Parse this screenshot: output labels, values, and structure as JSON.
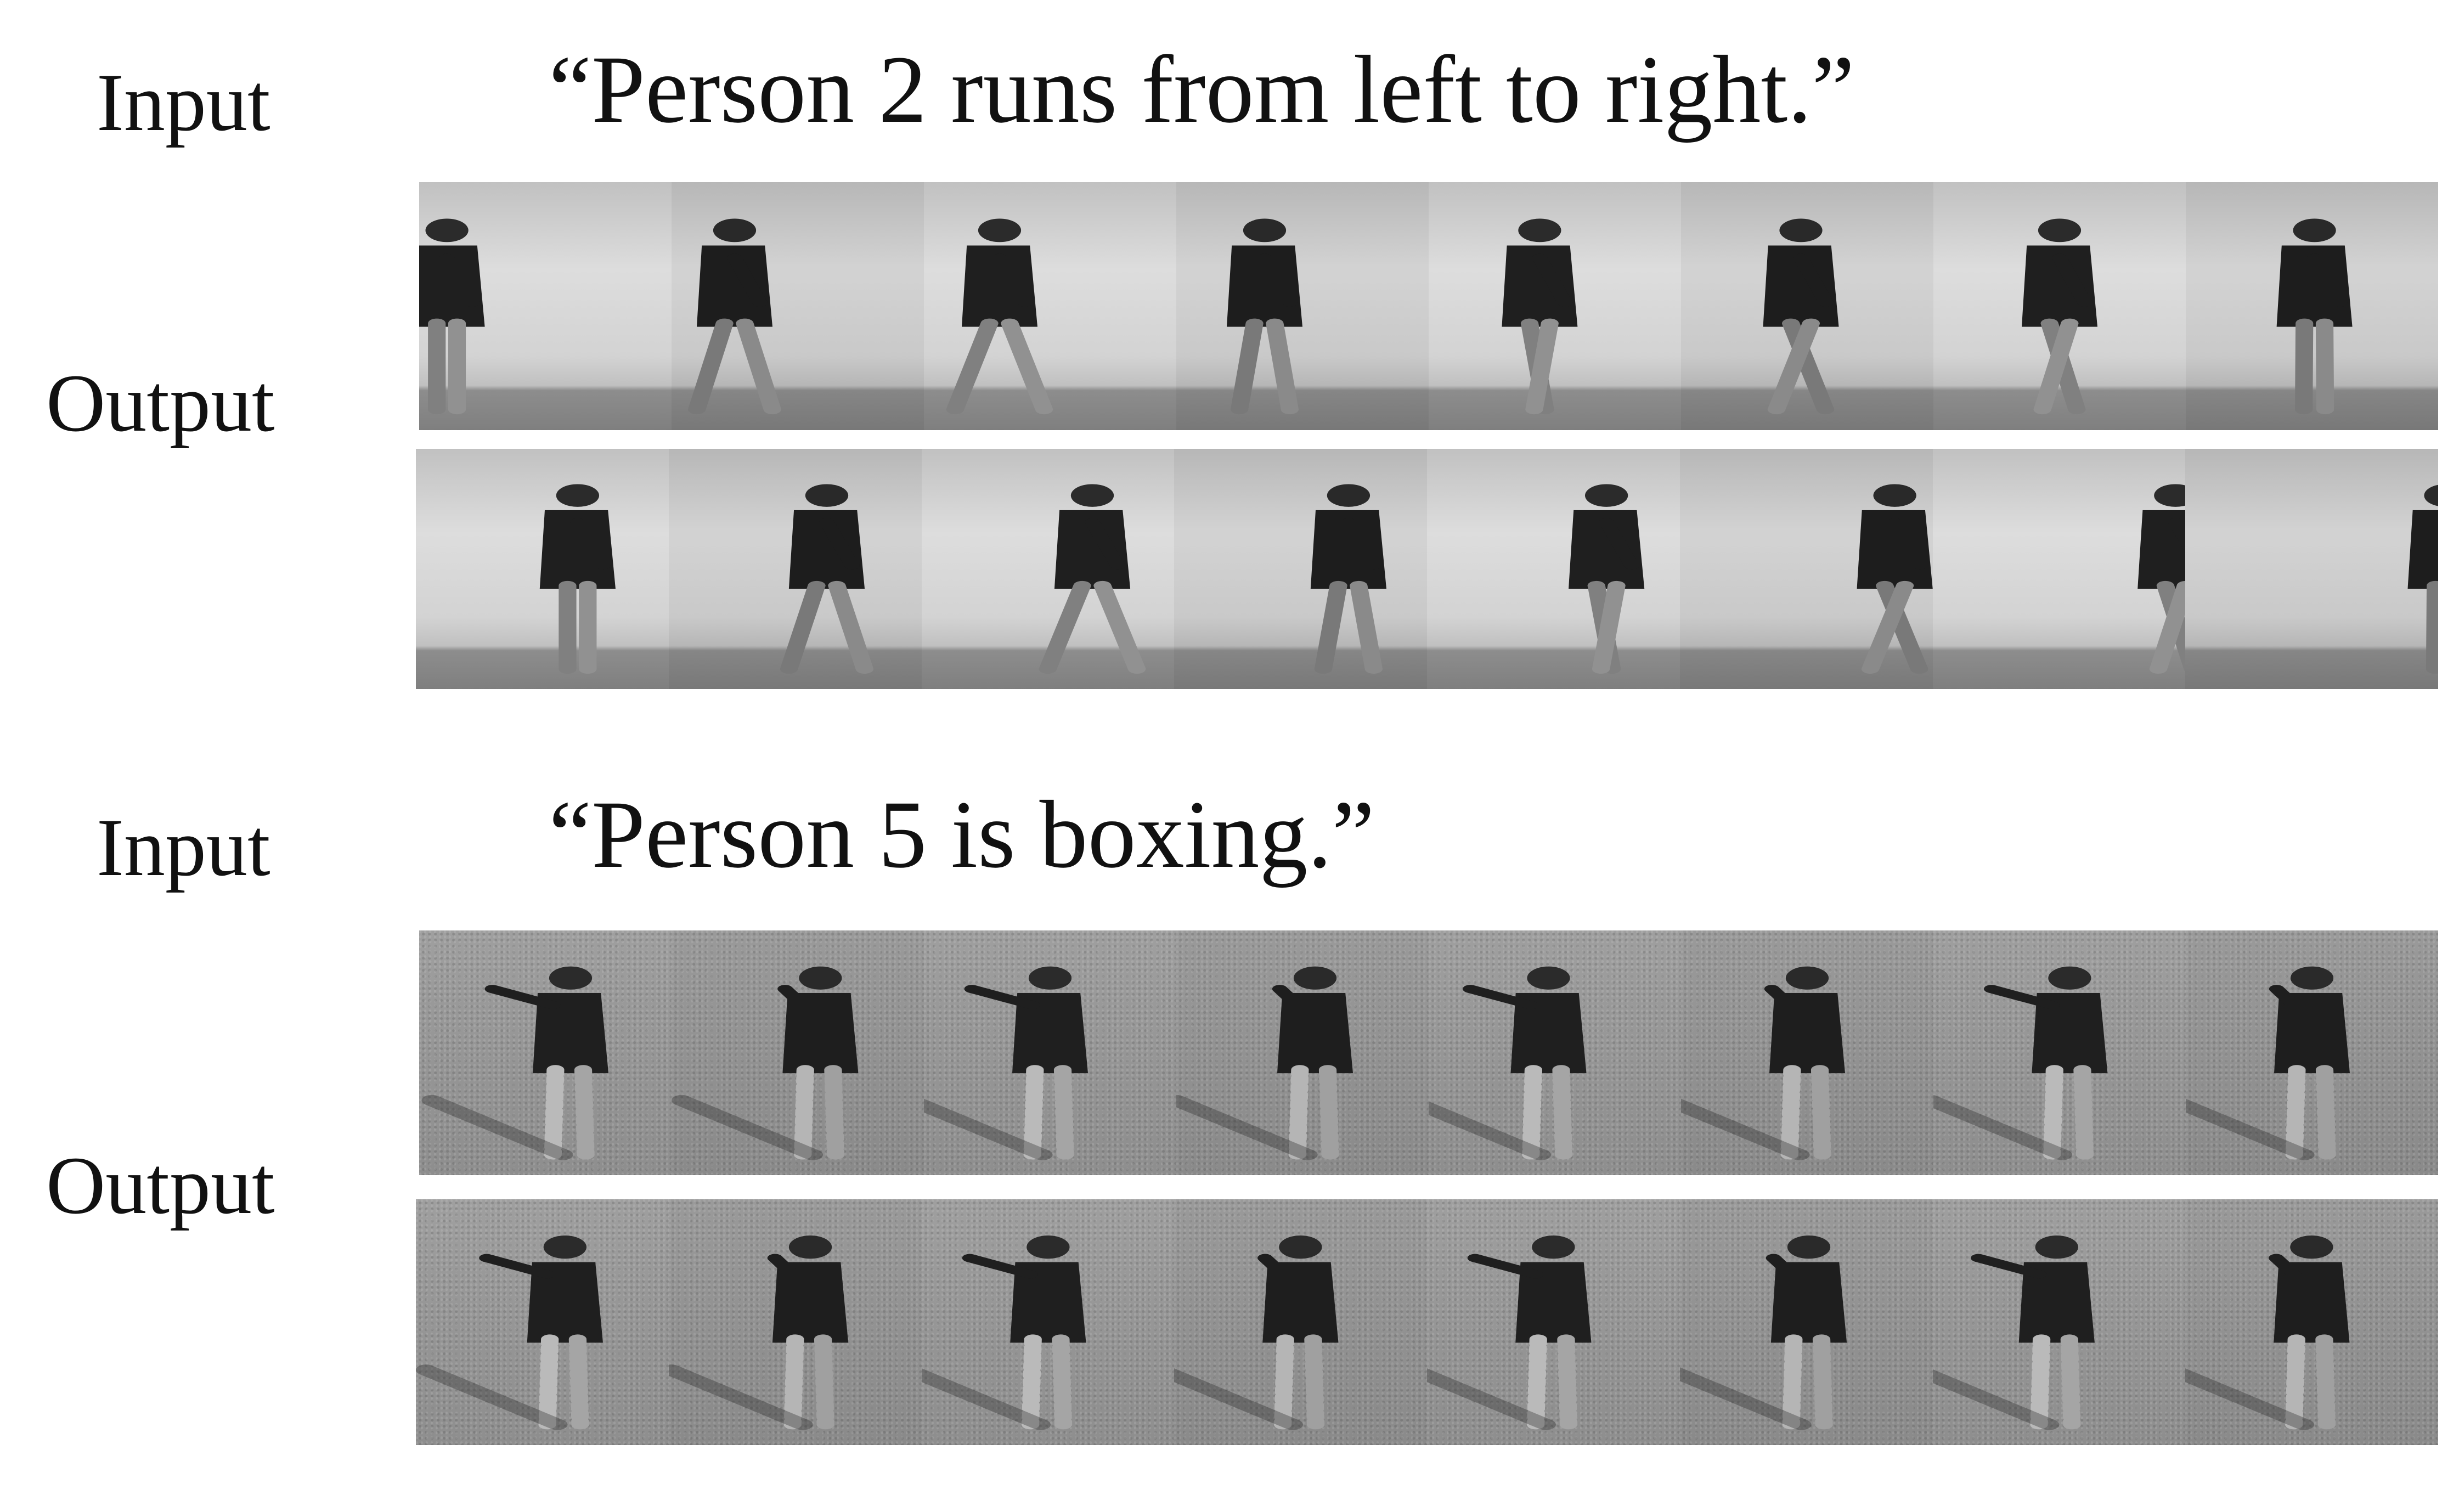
{
  "examples": [
    {
      "input_label": "Input",
      "output_label": "Output",
      "prompt": "“Person 2 runs from left to right.”",
      "scene": "wall"
    },
    {
      "input_label": "Input",
      "output_label": "Output",
      "prompt": "“Person 5 is boxing.”",
      "scene": "grass"
    }
  ]
}
